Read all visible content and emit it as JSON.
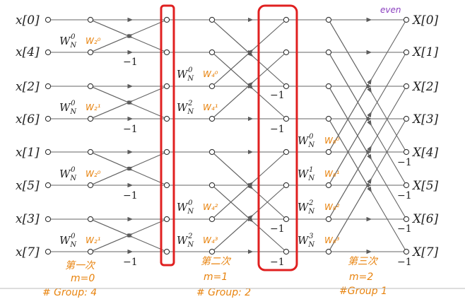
{
  "inputs": [
    "x[0]",
    "x[4]",
    "x[2]",
    "x[6]",
    "x[1]",
    "x[5]",
    "x[3]",
    "x[7]"
  ],
  "outputs": [
    "X[0]",
    "X[1]",
    "X[2]",
    "X[3]",
    "X[4]",
    "X[5]",
    "X[6]",
    "X[7]"
  ],
  "twiddle_base": "W",
  "twiddle_sub": "N",
  "stage1": {
    "twiddles": [
      "0",
      "0",
      "0",
      "0"
    ],
    "neg": "−1",
    "notes": [
      "W₂⁰",
      "W₂¹",
      "W₂⁰",
      "W₂¹"
    ]
  },
  "stage2": {
    "twiddles": [
      "0",
      "2",
      "0",
      "2"
    ],
    "neg": "−1",
    "notes": [
      "W₄⁰",
      "W₄¹",
      "W₄²",
      "W₄³"
    ]
  },
  "stage3": {
    "twiddles": [
      "0",
      "1",
      "2",
      "3"
    ],
    "neg": "−1",
    "notes": [
      "W₈⁰",
      "W₈¹",
      "W₈²",
      "W₈³"
    ]
  },
  "annotations": {
    "top_right": "even",
    "s1": [
      "第一次",
      "m=0",
      "# Group: 4"
    ],
    "s2": [
      "第二次",
      "m=1",
      "# Group: 2"
    ],
    "s3": [
      "第三次",
      "m=2",
      "#Group 1"
    ]
  }
}
